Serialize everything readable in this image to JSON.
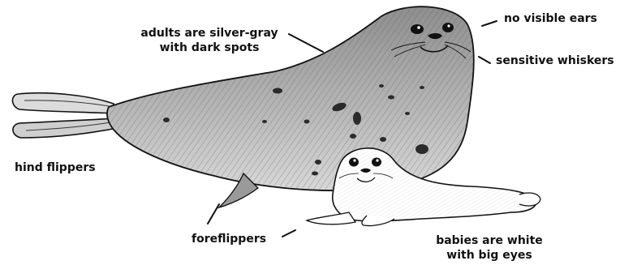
{
  "diagram": {
    "labels": {
      "adults": [
        "adults are silver-gray",
        "with dark spots"
      ],
      "ears": "no visible ears",
      "whiskers": "sensitive whiskers",
      "hind_flippers": "hind flippers",
      "foreflippers": "foreflippers",
      "babies": [
        "babies are white",
        "with big eyes"
      ]
    },
    "colors": {
      "adult_fur": "#c9c9c9",
      "adult_spots": "#2b2b2b",
      "pup_fur": "#ffffff",
      "ink": "#111111"
    },
    "illustration": [
      "adult-seal",
      "seal-pup"
    ]
  }
}
